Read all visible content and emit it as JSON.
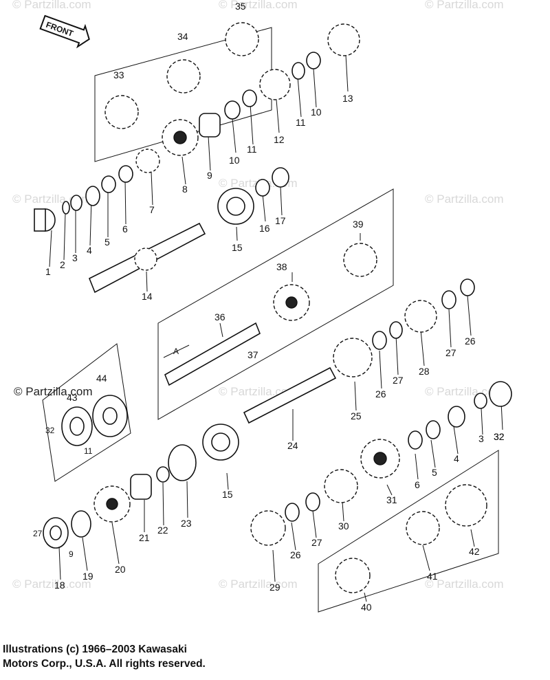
{
  "diagram": {
    "front_label": "FRONT",
    "watermark": "© Partzilla.com",
    "watermark_prominent": "© Partzilla.com",
    "copyright_line1": "Illustrations (c) 1966–2003 Kawasaki",
    "copyright_line2": "Motors Corp., U.S.A.  All rights reserved.",
    "dimensions": {
      "nut43_width": "32",
      "nut43_thickness": "11",
      "nut18_width": "27",
      "nut18_thickness": "9",
      "shaft36_marker": "A"
    },
    "callouts": [
      "1",
      "2",
      "3",
      "4",
      "5",
      "6",
      "7",
      "8",
      "9",
      "10",
      "10",
      "11",
      "11",
      "12",
      "13",
      "14",
      "15",
      "16",
      "17",
      "33",
      "34",
      "35",
      "36",
      "37",
      "38",
      "39",
      "28",
      "27",
      "26",
      "25",
      "26",
      "27",
      "24",
      "43",
      "44",
      "32",
      "3",
      "32",
      "4",
      "5",
      "6",
      "31",
      "30",
      "27",
      "26",
      "29",
      "15",
      "23",
      "22",
      "21",
      "20",
      "19",
      "18",
      "40",
      "41",
      "42"
    ]
  }
}
